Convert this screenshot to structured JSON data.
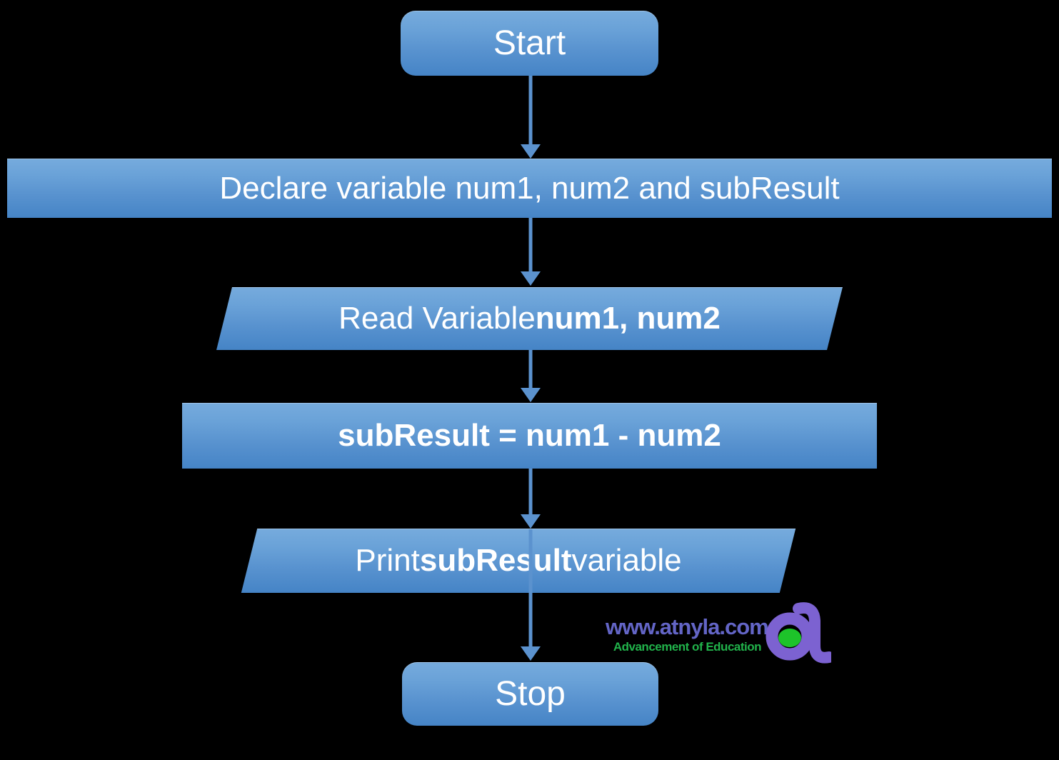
{
  "colors": {
    "background": "#000000",
    "node_gradient_top": "#76abdd",
    "node_gradient_bottom": "#4584c6",
    "node_text": "#ffffff",
    "arrow": "#5b92ce",
    "watermark_site": "#6365c6",
    "watermark_tagline": "#21b34b",
    "logo_purple": "#7c62d1",
    "logo_green": "#1dc32a"
  },
  "nodes": {
    "start": {
      "type": "terminator",
      "label": "Start"
    },
    "declare": {
      "type": "process",
      "label": "Declare variable num1, num2 and subResult"
    },
    "read": {
      "type": "io",
      "prefix": "Read Variable ",
      "bold": "num1, num2"
    },
    "subtract": {
      "type": "process",
      "label": "subResult = num1 - num2"
    },
    "print": {
      "type": "io",
      "prefix": "Print ",
      "bold": "subResult",
      "suffix": " variable"
    },
    "stop": {
      "type": "terminator",
      "label": "Stop"
    }
  },
  "watermark": {
    "site": "www.atnyla.com",
    "tagline": "Advancement of Education",
    "logo_letter": "a"
  }
}
